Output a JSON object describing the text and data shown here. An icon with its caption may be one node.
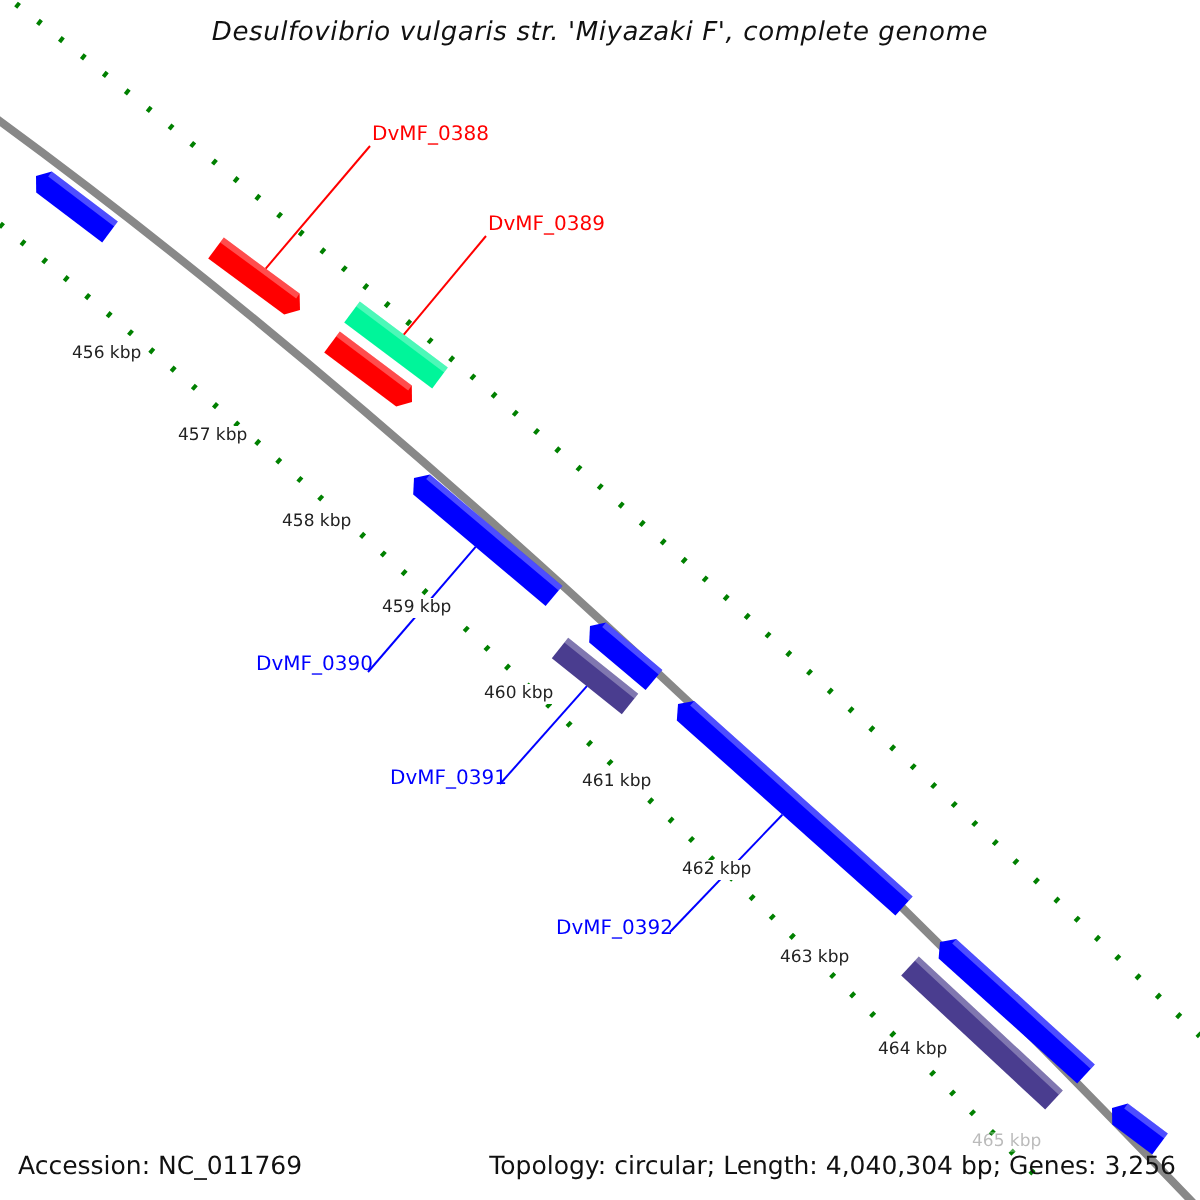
{
  "diagram": {
    "title": "Desulfovibrio vulgaris str. 'Miyazaki F', complete genome",
    "nodes": [
      {
        "text": [
          "DvMF_0388"
        ]
      },
      {
        "text": [
          "DvMF_0389"
        ]
      },
      {
        "text": [
          "DvMF_0390"
        ]
      },
      {
        "text": [
          "DvMF_0391"
        ]
      },
      {
        "text": [
          "DvMF_0392"
        ]
      },
      {
        "text": [],
        "shape": "bar"
      },
      {
        "text": [],
        "shape": "bar"
      },
      {
        "text": [],
        "shape": "bar"
      },
      {
        "text": [],
        "shape": "bar"
      },
      {
        "text": [],
        "shape": "bar"
      },
      {
        "text": [],
        "shape": "bar"
      },
      {
        "text": [],
        "shape": "bar"
      },
      {
        "text": [],
        "shape": "bar"
      },
      {
        "text": [],
        "shape": "bar"
      },
      {
        "text": [],
        "shape": "bar"
      },
      {
        "text": [],
        "shape": "bar"
      }
    ],
    "edges": [
      {
        "from": 0,
        "to": 6,
        "arrow": "none",
        "color": "#ff0000"
      },
      {
        "from": 1,
        "to": 7,
        "arrow": "none",
        "color": "#ff0000"
      },
      {
        "from": 2,
        "to": 9,
        "arrow": "none"
      },
      {
        "from": 3,
        "to": 11,
        "arrow": "none"
      },
      {
        "from": 4,
        "to": 12,
        "arrow": "none"
      }
    ],
    "labels": [
      "456 kbp",
      "457 kbp",
      "458 kbp",
      "459 kbp",
      "460 kbp",
      "461 kbp",
      "462 kbp",
      "463 kbp",
      "464 kbp",
      "465 kbp",
      "Accession: NC_011769",
      "Topology: circular; Length: 4,040,304 bp; Genes: 3,256"
    ]
  }
}
